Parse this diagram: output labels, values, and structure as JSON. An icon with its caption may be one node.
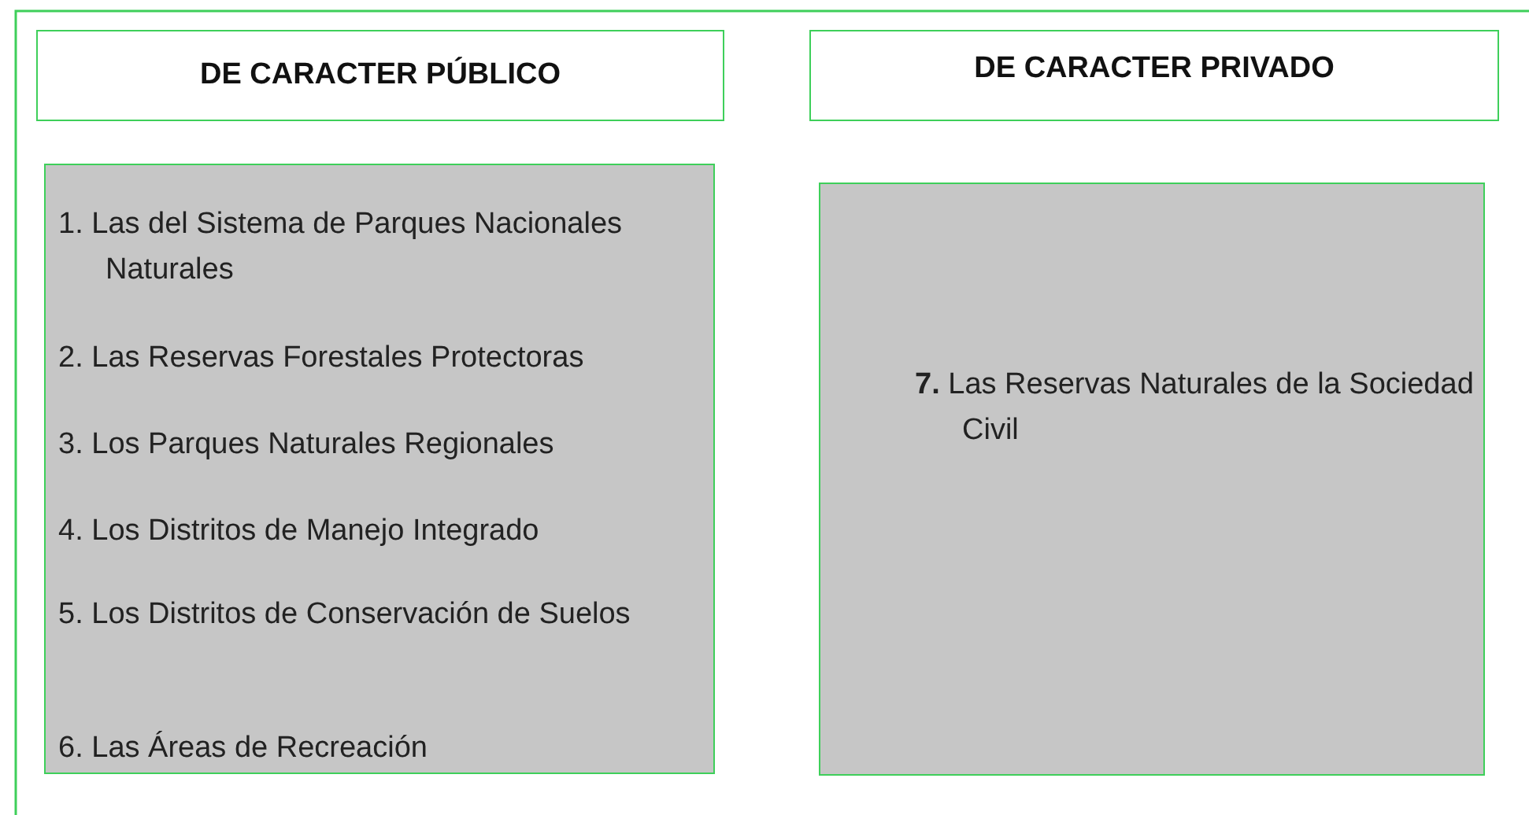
{
  "diagram": {
    "nodes": [
      {
        "text": [
          "DE CARACTER PÚBLICO"
        ]
      },
      {
        "text": [
          "DE CARACTER PRIVADO"
        ]
      },
      {
        "text": [
          "1. Las del Sistema de Parques Nacionales Naturales",
          "2. Las Reservas Forestales Protectoras",
          "3. Los Parques Naturales Regionales",
          "4. Los Distritos de Manejo Integrado",
          "5. Los Distritos de Conservación de Suelos",
          "6. Las Áreas de Recreación"
        ]
      },
      {
        "text": [
          "**7.** Las Reservas Naturales de la Sociedad Civil"
        ]
      }
    ],
    "edges": []
  }
}
